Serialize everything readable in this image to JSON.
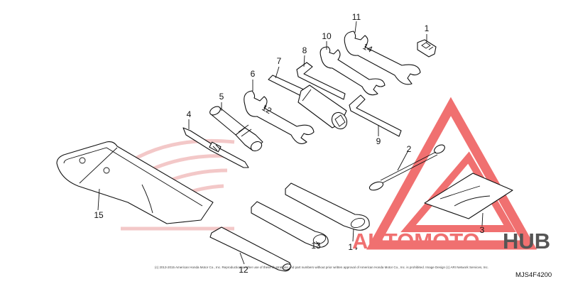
{
  "diagram": {
    "code": "MJS4F4200",
    "copyright": "(c) 2013-2015 American Honda Motor Co., Inc. Reproduction or other use of these illustrations and part numbers without prior written approval of American Honda Motor Co., Inc. is prohibited. Image Design (c) ARI Network Services, Inc.",
    "callouts": [
      "1",
      "2",
      "3",
      "4",
      "5",
      "6",
      "7",
      "8",
      "9",
      "10",
      "11",
      "12",
      "13",
      "14",
      "15"
    ]
  },
  "watermark": {
    "brand_a": "AUTOMOTO",
    "brand_b": "HUB",
    "colors": {
      "red": "#f07070",
      "dark": "#555555"
    }
  },
  "wrench_marks": {
    "w6": "12",
    "w11": "14"
  },
  "colors": {
    "line": "#111111",
    "honda_logo": "#f3c8c8"
  }
}
